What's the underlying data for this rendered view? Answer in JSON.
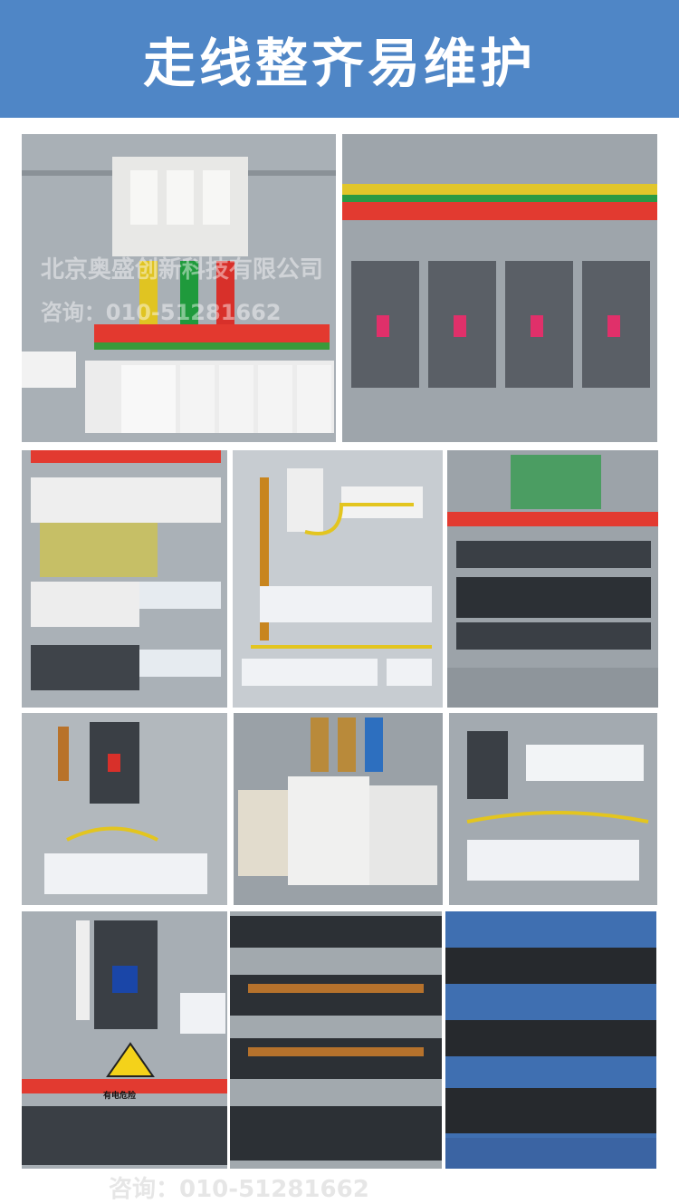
{
  "header": {
    "title": "走线整齐易维护"
  },
  "watermark": {
    "line1": "北京奥盛创新科技有限公司",
    "line2": "咨询：010-51281662"
  },
  "sign": {
    "text": "有电危险"
  },
  "footer": {
    "watermark": "咨询：010-51281662"
  },
  "colors": {
    "banner": "#4f86c6",
    "panel": "#9aa2aa"
  }
}
